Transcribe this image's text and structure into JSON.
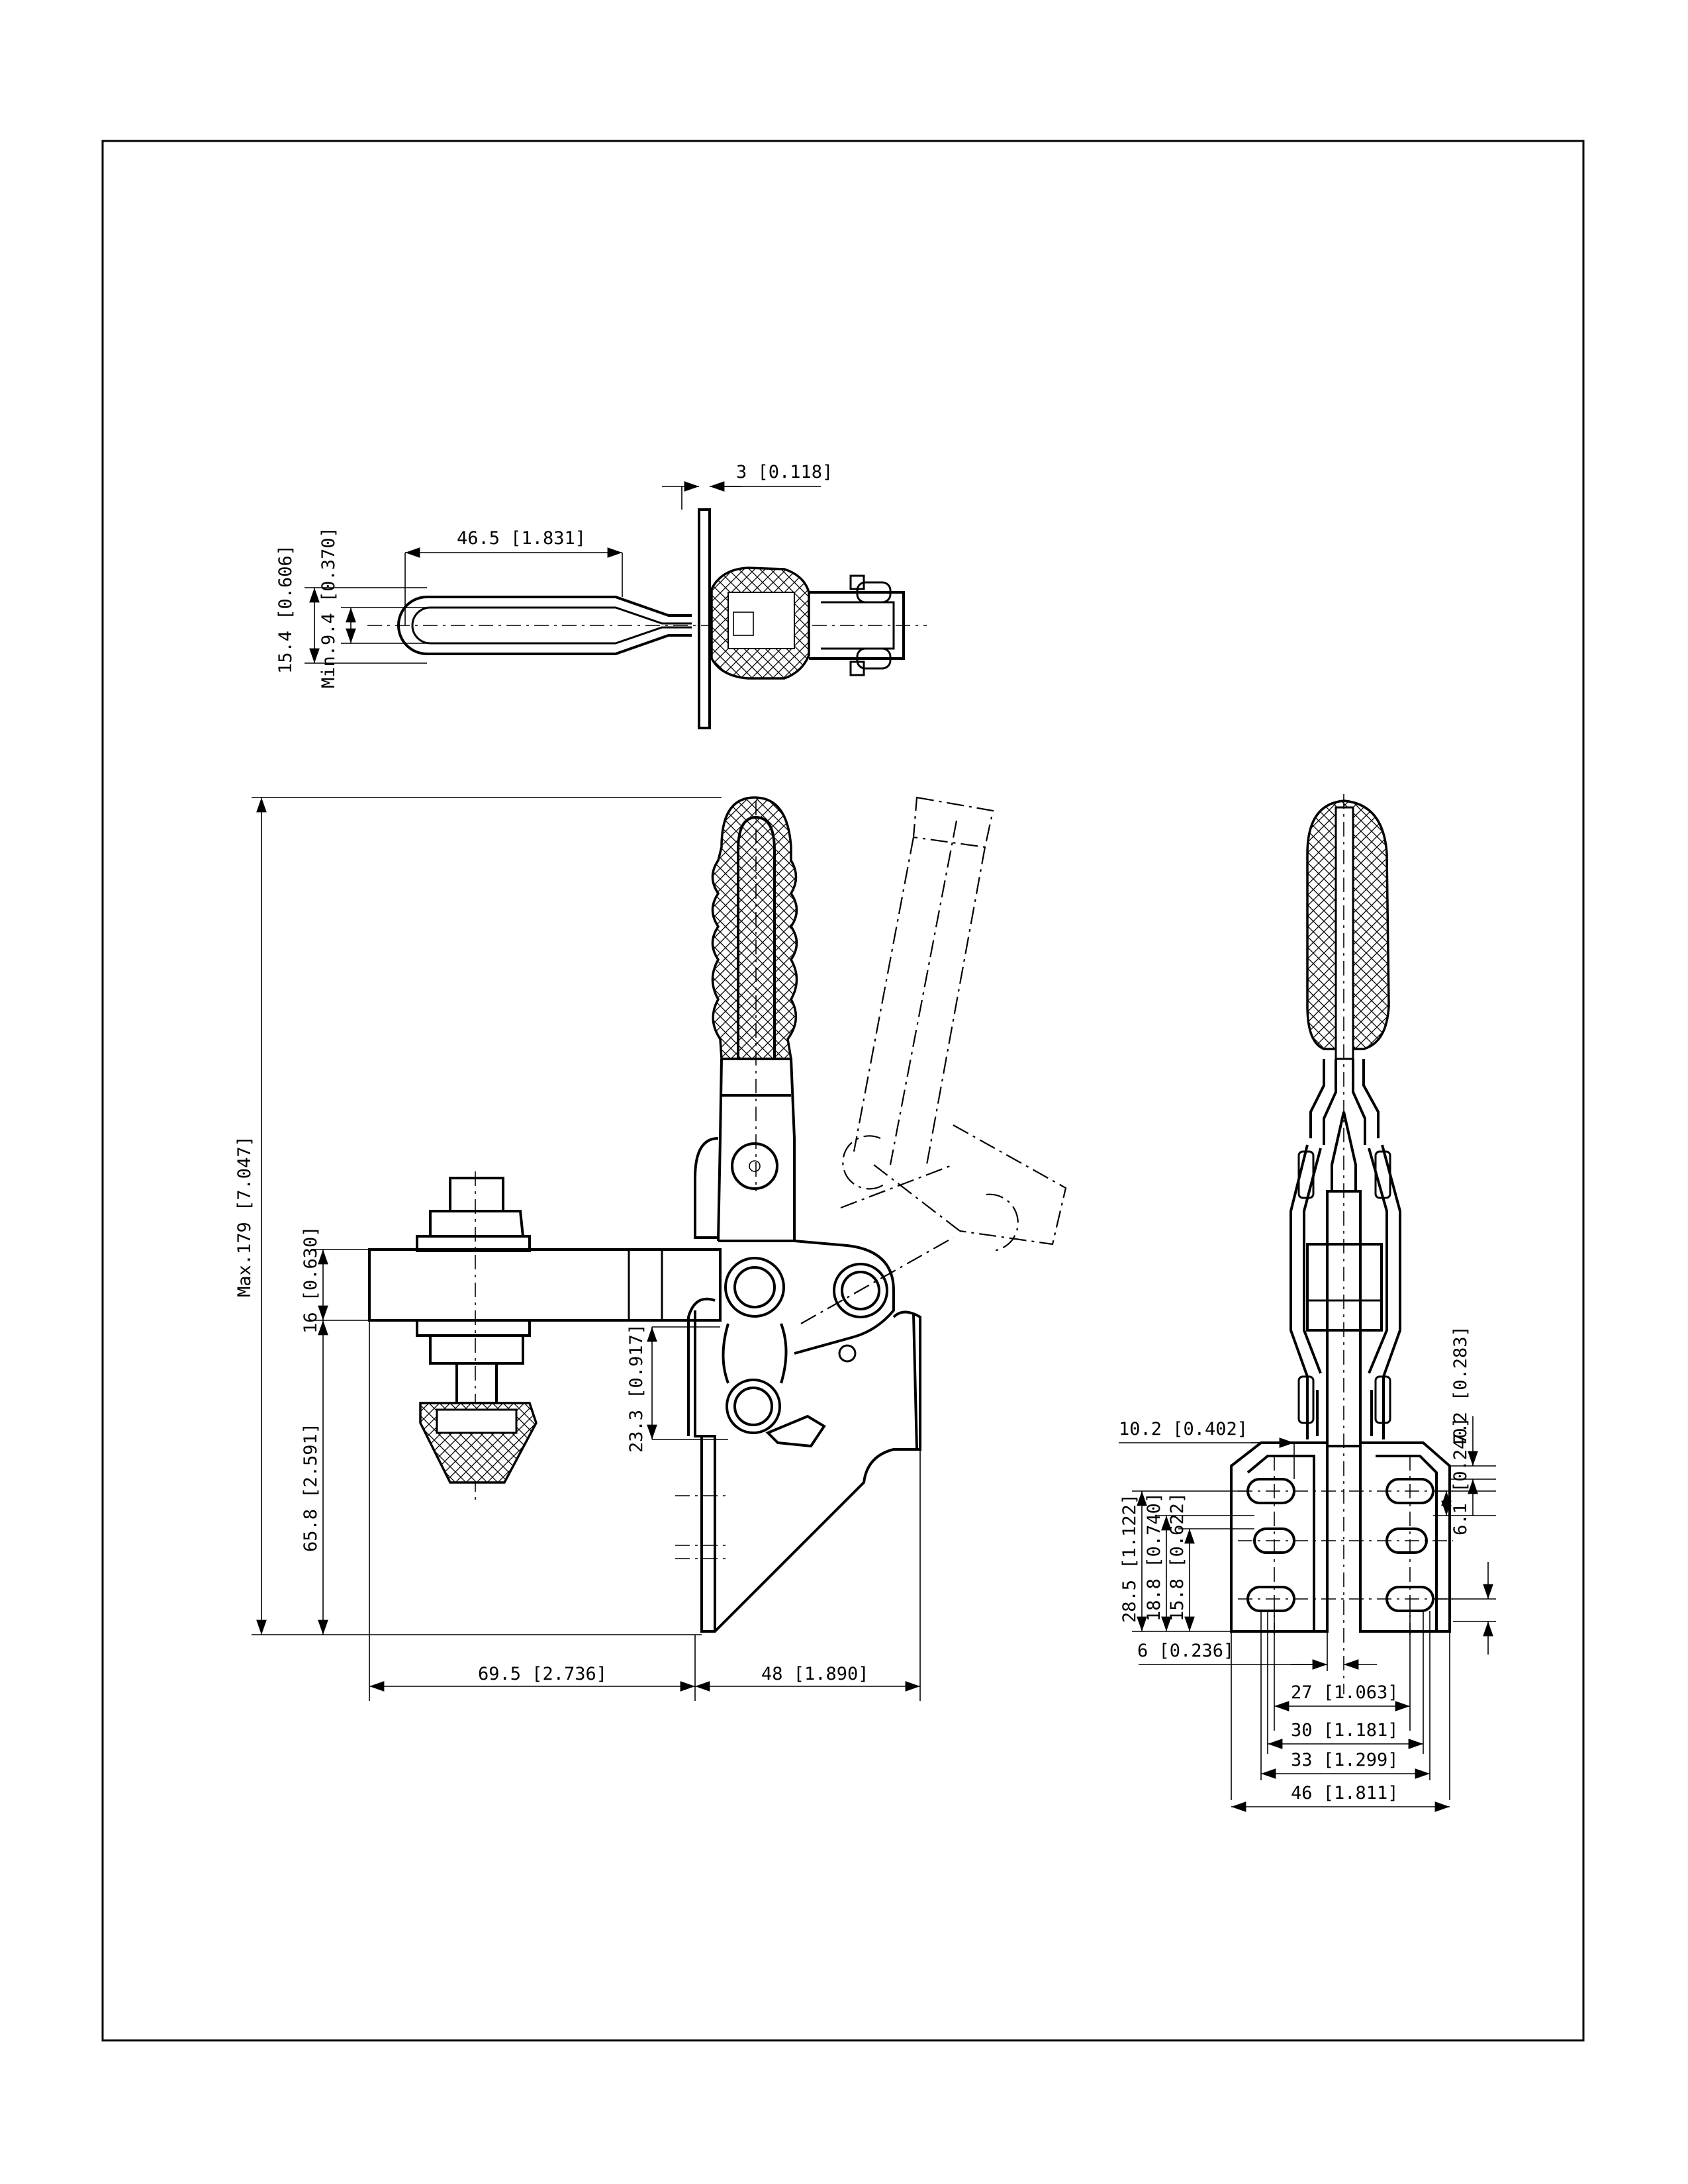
{
  "drawing": {
    "top_view": {
      "dims": {
        "thickness": "3 [0.118]",
        "handle_length": "46.5 [1.831]",
        "handle_width": "15.4 [0.606]",
        "min_width": "Min.9.4 [0.370]"
      }
    },
    "side_view": {
      "dims": {
        "max_height": "Max.179 [7.047]",
        "bar_thickness": "16 [0.630]",
        "base_height": "65.8 [2.591]",
        "pivot_height": "23.3 [0.917]",
        "reach": "69.5 [2.736]",
        "base_depth": "48 [1.890]"
      }
    },
    "front_view": {
      "dims": {
        "slot_offset": "10.2 [0.402]",
        "slot_right": "7.2 [0.283]",
        "slot_row_top": "28.5 [1.122]",
        "slot_row_mid": "18.8 [0.740]",
        "slot_row_low": "15.8 [0.622]",
        "slot_spacing": "6.1 [0.240]",
        "center_offset": "6 [0.236]",
        "span_27": "27 [1.063]",
        "span_30": "30 [1.181]",
        "span_33": "33 [1.299]",
        "span_46": "46 [1.811]"
      }
    }
  }
}
